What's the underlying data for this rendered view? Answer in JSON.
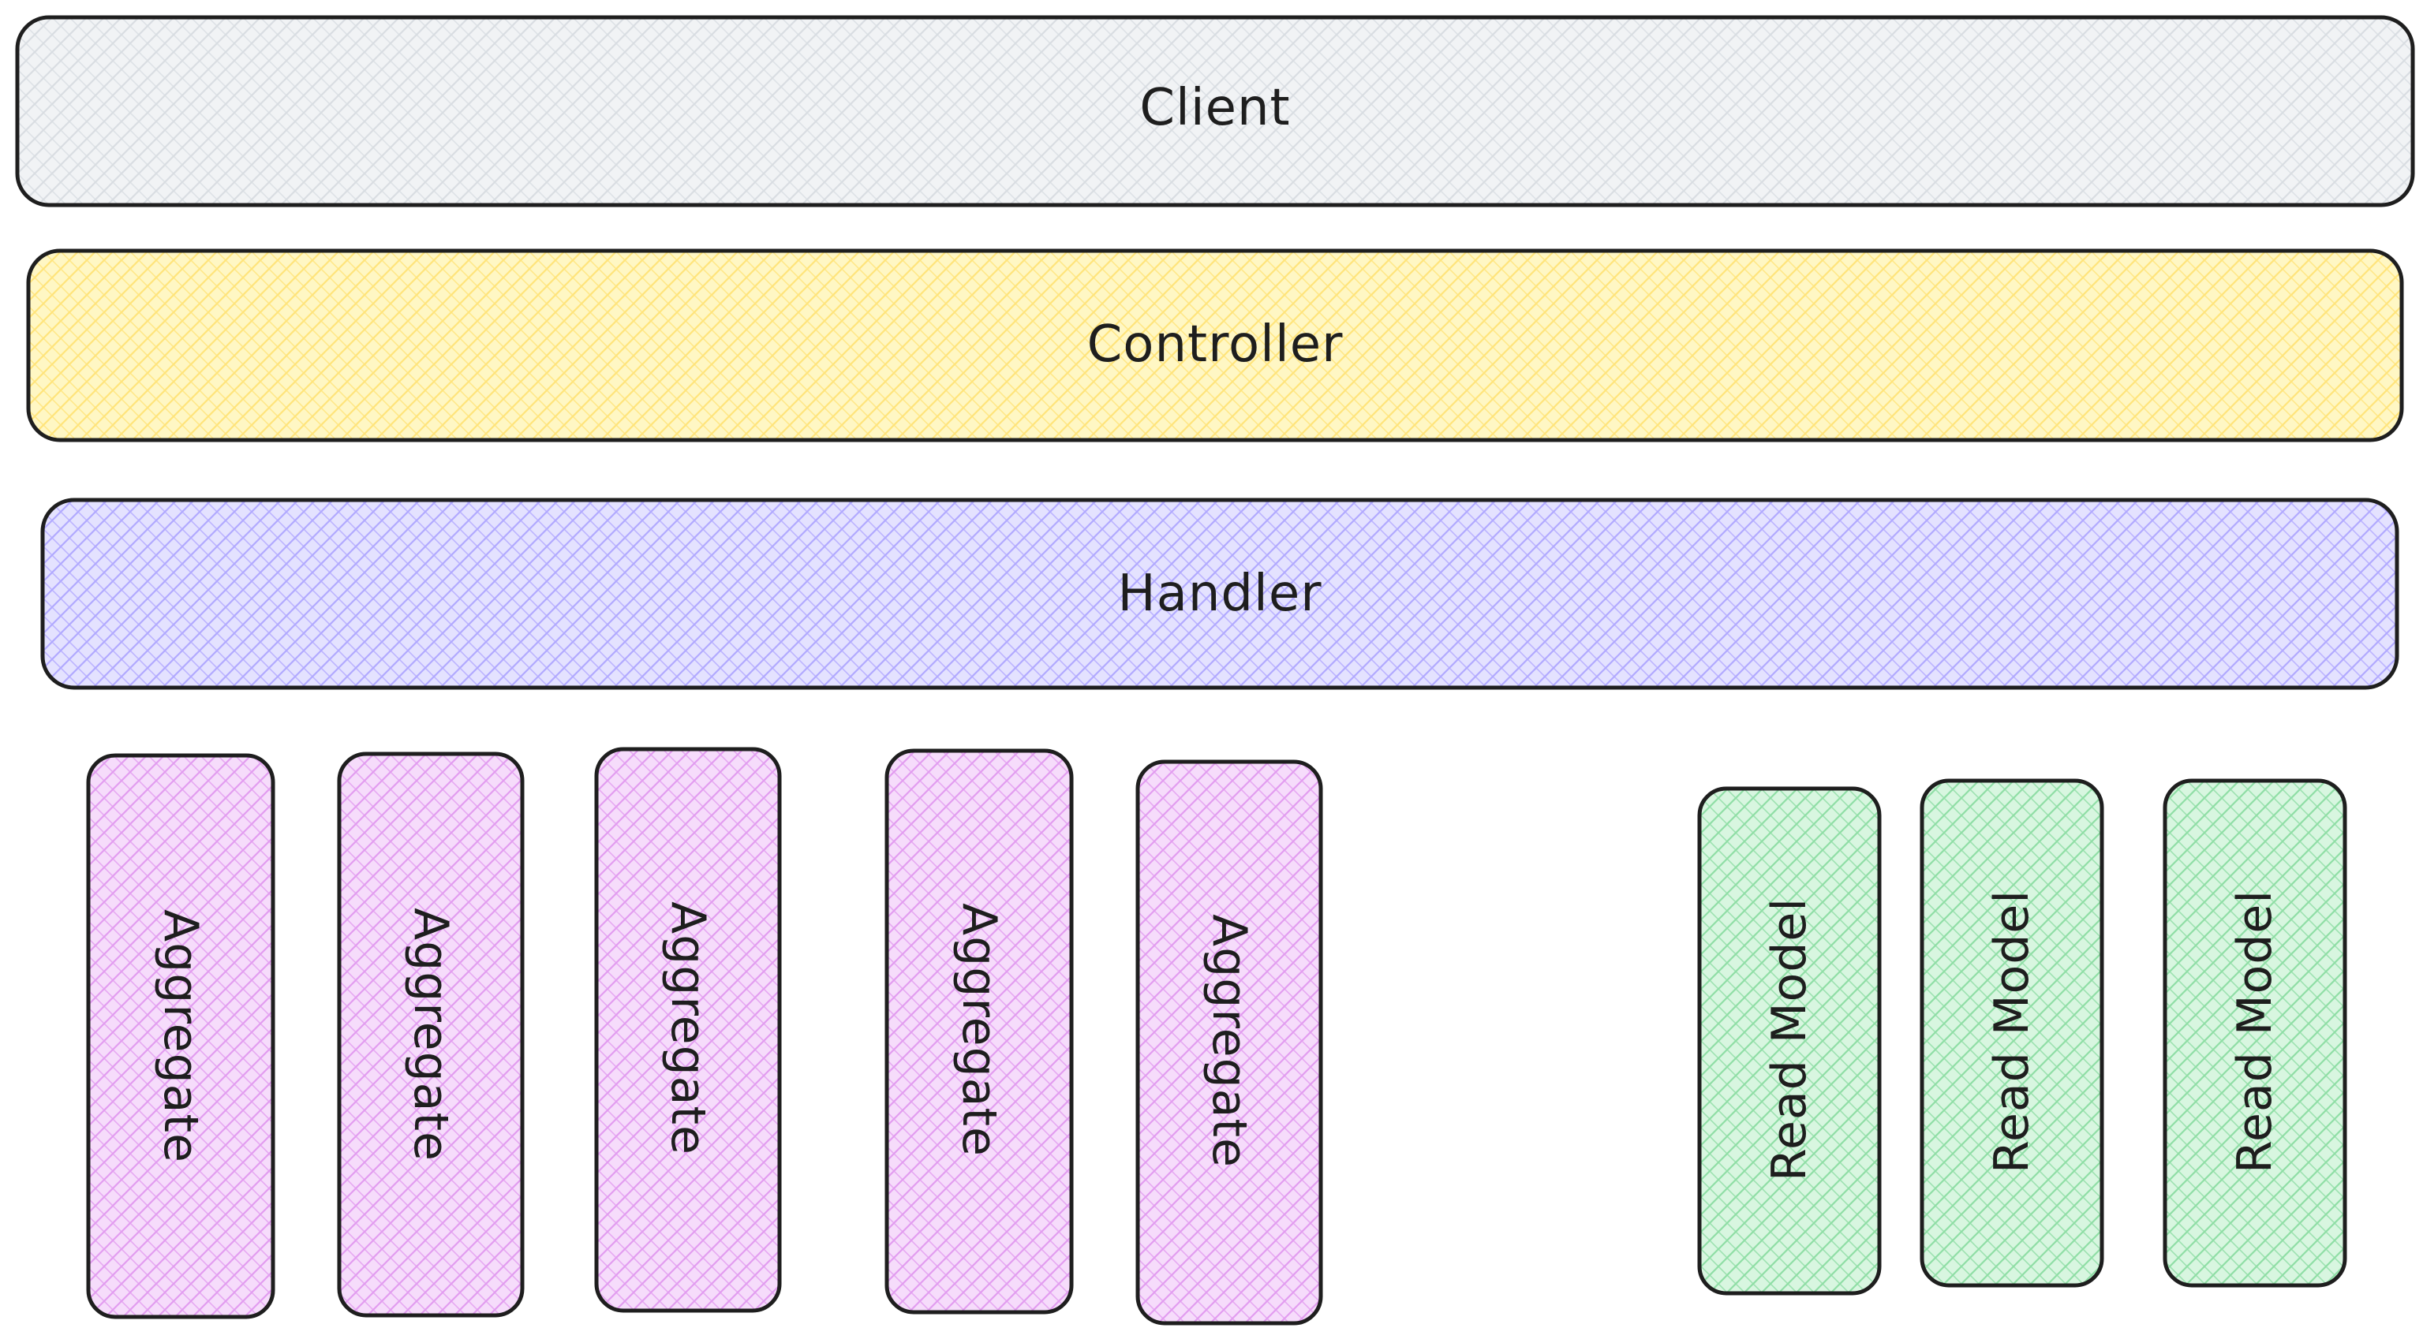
{
  "diagram": {
    "layers": [
      {
        "id": "client",
        "label": "Client",
        "fill": "#f1f3f5",
        "hatch": "#d9dde2"
      },
      {
        "id": "controller",
        "label": "Controller",
        "fill": "#fff7c4",
        "hatch": "#ffe47a"
      },
      {
        "id": "handler",
        "label": "Handler",
        "fill": "#e4e2ff",
        "hatch": "#b1a9ff"
      }
    ],
    "aggregates": {
      "fill": "#f6dcfb",
      "hatch": "#e29cf0",
      "items": [
        {
          "id": "aggregate-1",
          "label": "Aggregate"
        },
        {
          "id": "aggregate-2",
          "label": "Aggregate"
        },
        {
          "id": "aggregate-3",
          "label": "Aggregate"
        },
        {
          "id": "aggregate-4",
          "label": "Aggregate"
        },
        {
          "id": "aggregate-5",
          "label": "Aggregate"
        }
      ]
    },
    "read_models": {
      "fill": "#d8f6e0",
      "hatch": "#8fdea5",
      "items": [
        {
          "id": "read-model-1",
          "label": "Read Model"
        },
        {
          "id": "read-model-2",
          "label": "Read Model"
        },
        {
          "id": "read-model-3",
          "label": "Read Model"
        }
      ]
    },
    "stroke": "#1e1e1e"
  }
}
